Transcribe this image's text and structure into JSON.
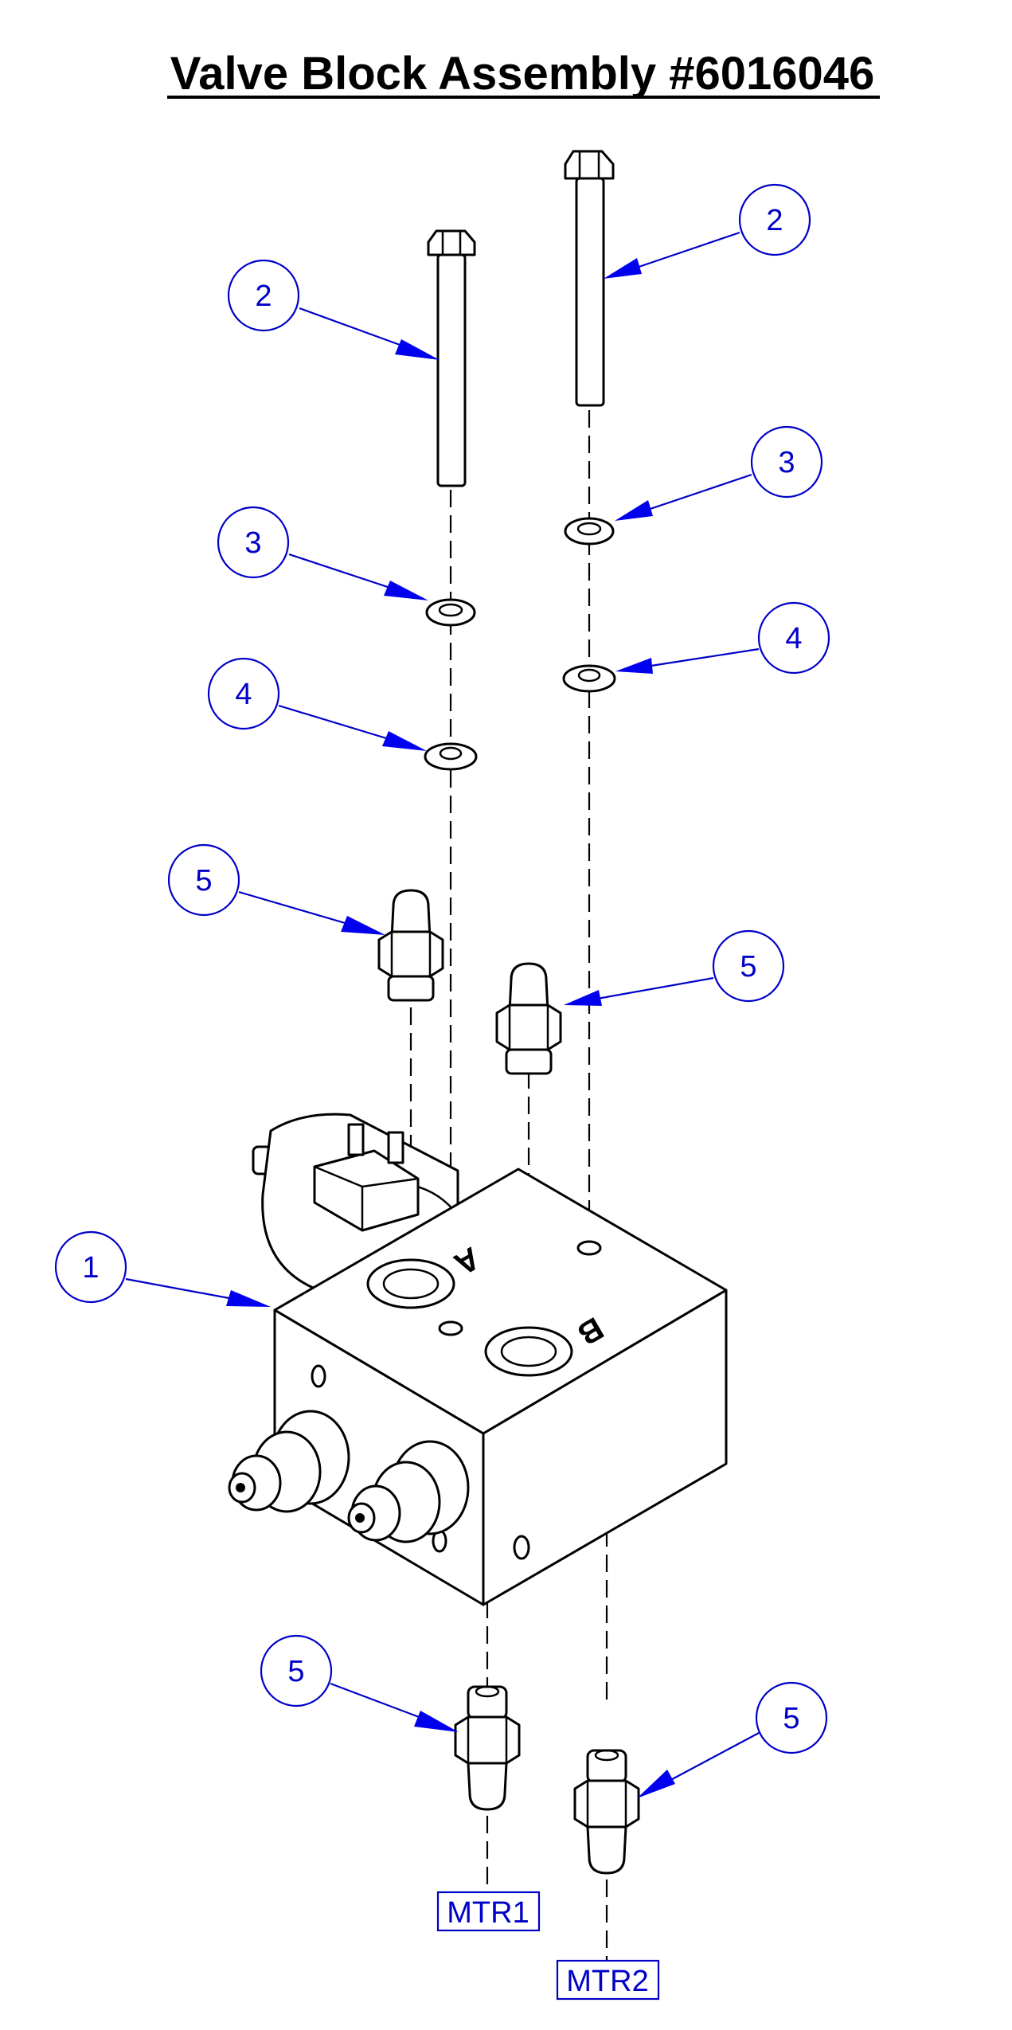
{
  "title": "Valve Block Assembly #6016046",
  "callouts": {
    "c2a": "2",
    "c2b": "2",
    "c3a": "3",
    "c3b": "3",
    "c4a": "4",
    "c4b": "4",
    "c5a": "5",
    "c5b": "5",
    "c1": "1",
    "c5c": "5",
    "c5d": "5"
  },
  "ports": {
    "a": "A",
    "b": "B"
  },
  "tags": {
    "mtr1": "MTR1",
    "mtr2": "MTR2"
  },
  "colors": {
    "callout": "#0000c8",
    "arrow": "#0000ee",
    "line": "#000000"
  }
}
